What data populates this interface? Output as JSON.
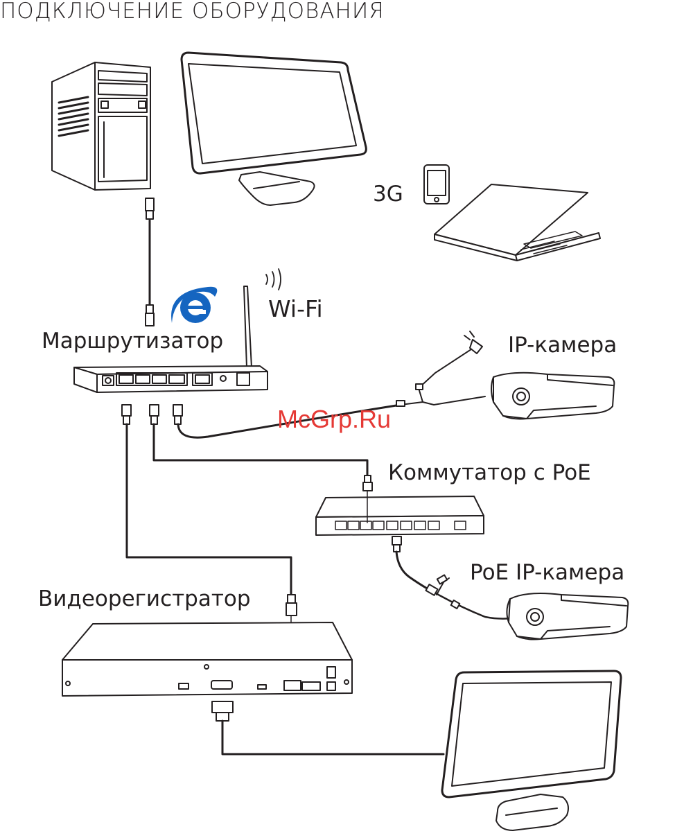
{
  "title": "ПОДКЛЮЧЕНИЕ ОБОРУДОВАНИЯ",
  "labels": {
    "mobile": "3G",
    "wifi": "Wi-Fi",
    "router": "Маршрутизатор",
    "ip_camera": "IP-камера",
    "poe_switch": "Коммутатор с PoE",
    "poe_ip_camera": "PoE IP-камера",
    "nvr": "Видеорегистратор"
  },
  "watermark": "McGrp.Ru",
  "colors": {
    "line": "#231f20",
    "watermark": "#e53935",
    "ie_logo": "#1565c0"
  },
  "icons": [
    "desktop-pc-icon",
    "monitor-icon",
    "smartphone-icon",
    "laptop-icon",
    "internet-explorer-icon",
    "router-icon",
    "ip-camera-icon",
    "poe-switch-icon",
    "nvr-icon",
    "vga-connector-icon",
    "rj45-connector-icon"
  ]
}
